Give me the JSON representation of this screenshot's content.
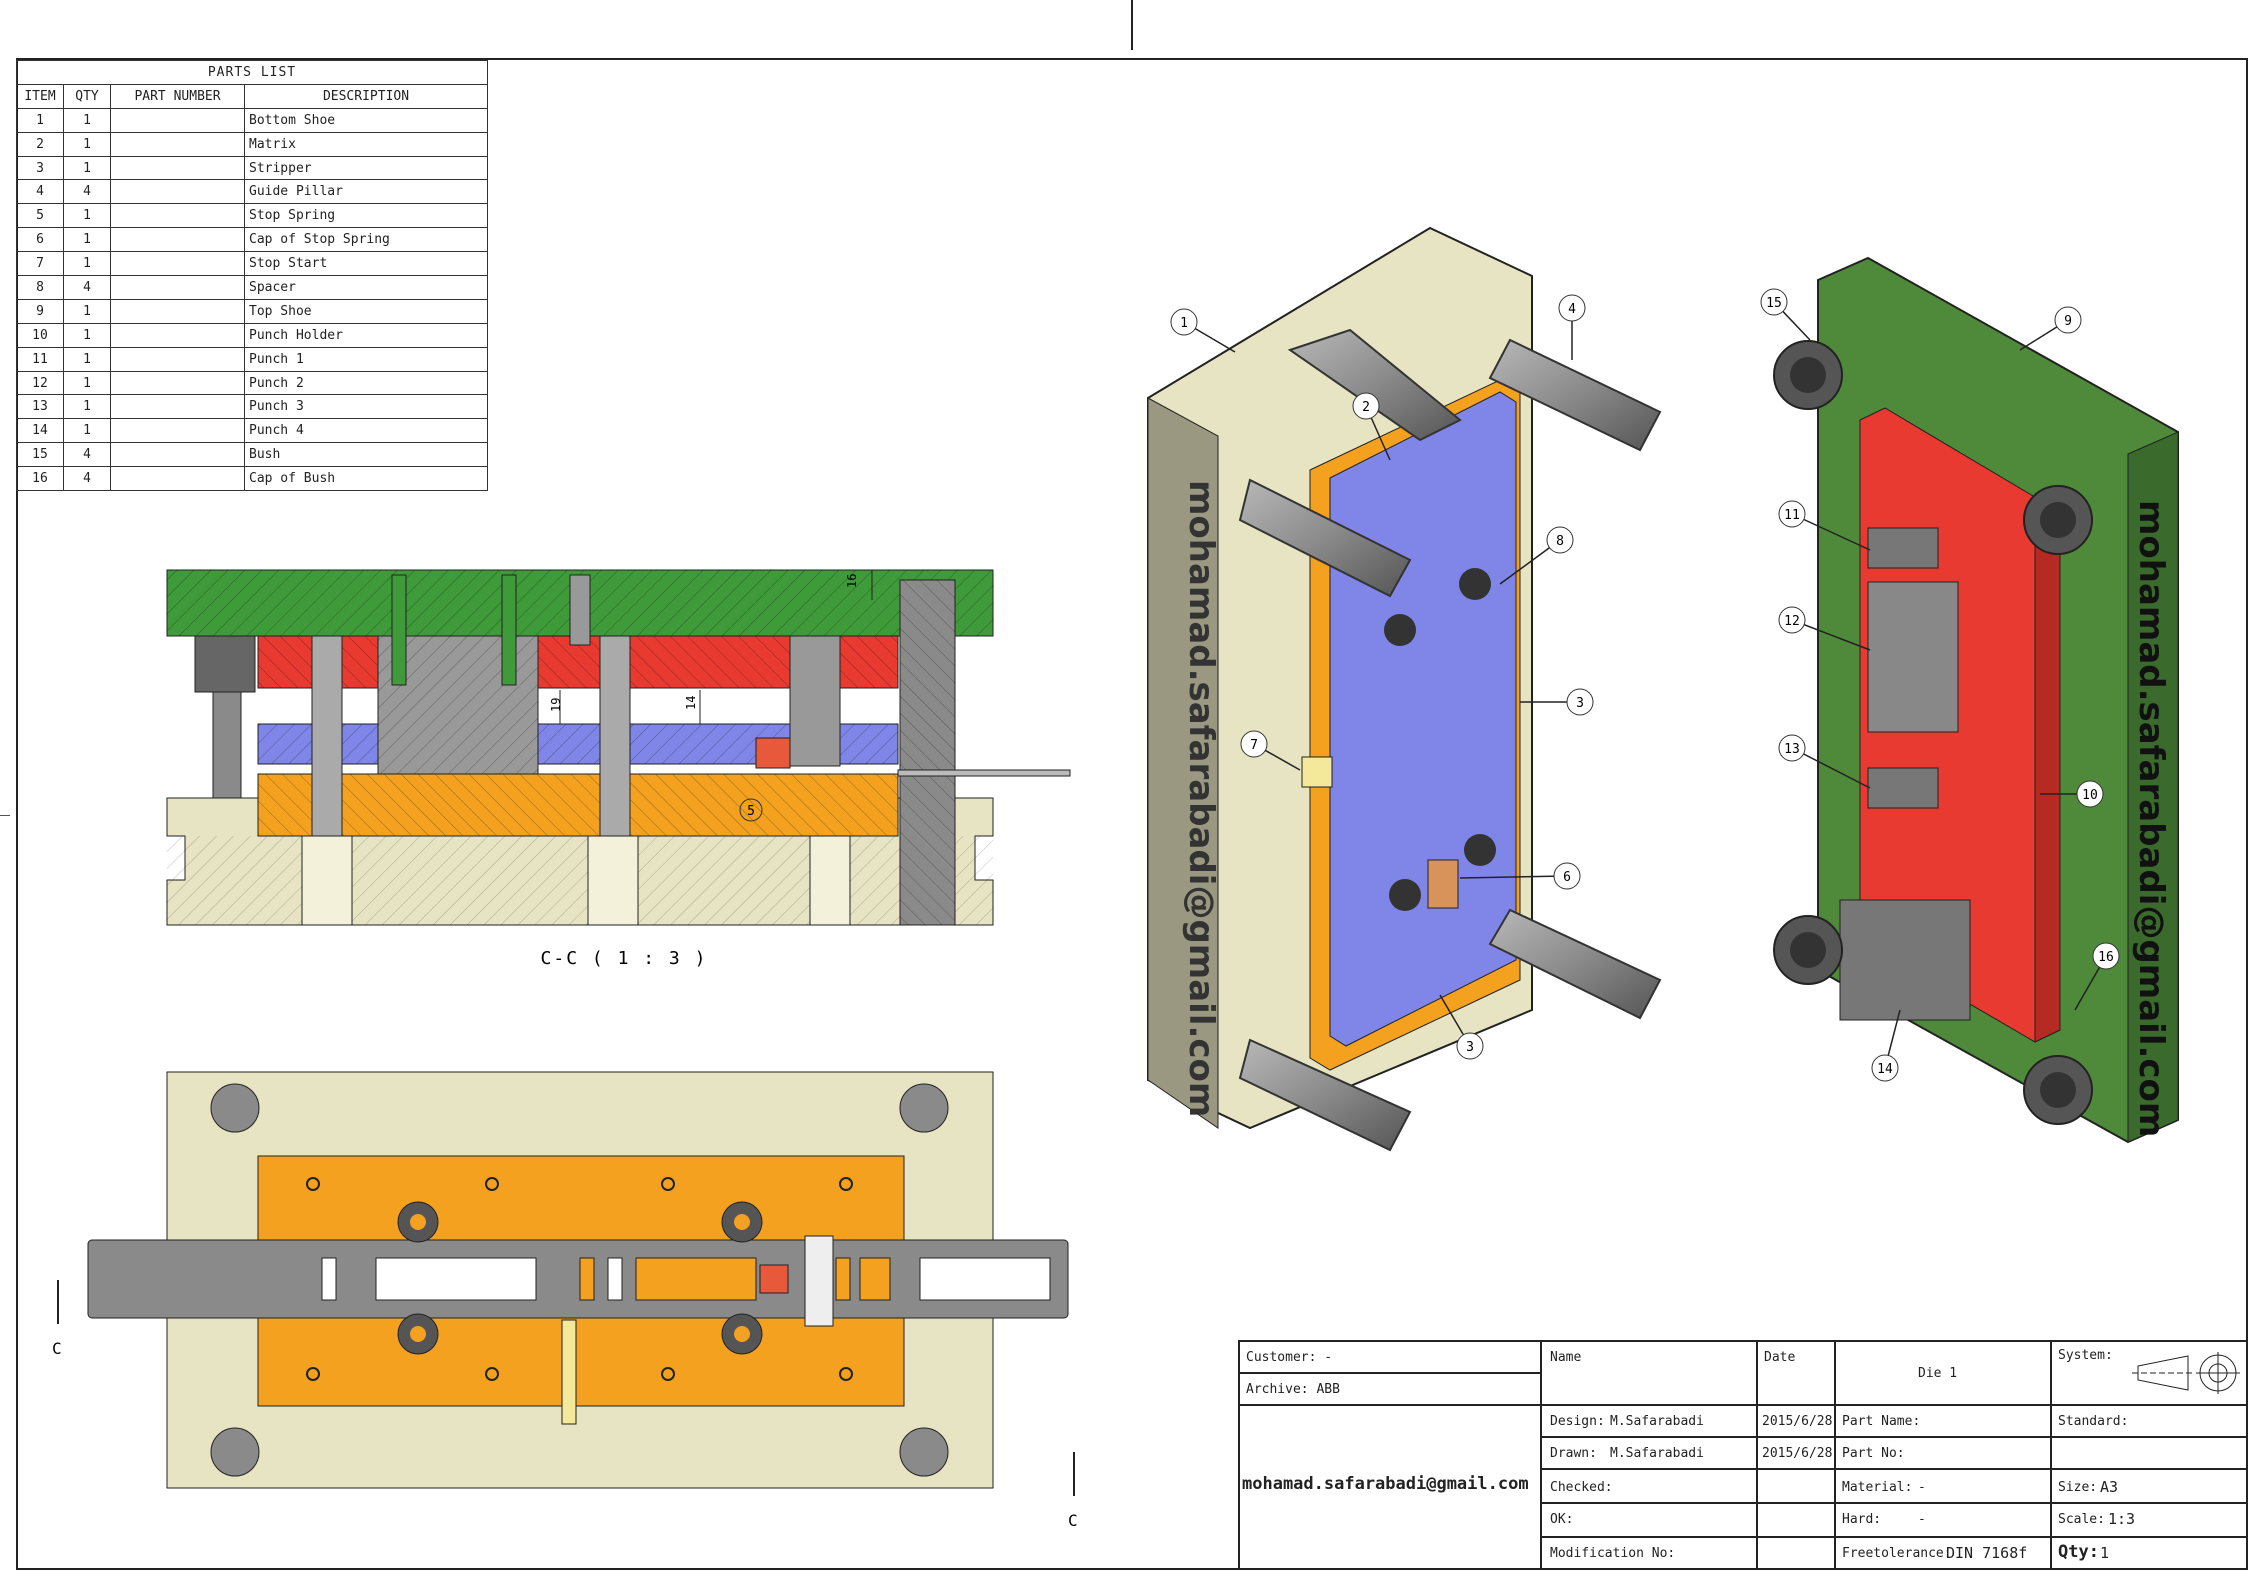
{
  "parts_list": {
    "title": "PARTS LIST",
    "headers": [
      "ITEM",
      "QTY",
      "PART NUMBER",
      "DESCRIPTION"
    ],
    "rows": [
      {
        "item": "1",
        "qty": "1",
        "part": "",
        "desc": "Bottom Shoe"
      },
      {
        "item": "2",
        "qty": "1",
        "part": "",
        "desc": "Matrix"
      },
      {
        "item": "3",
        "qty": "1",
        "part": "",
        "desc": "Stripper"
      },
      {
        "item": "4",
        "qty": "4",
        "part": "",
        "desc": "Guide Pillar"
      },
      {
        "item": "5",
        "qty": "1",
        "part": "",
        "desc": "Stop Spring"
      },
      {
        "item": "6",
        "qty": "1",
        "part": "",
        "desc": "Cap of Stop Spring"
      },
      {
        "item": "7",
        "qty": "1",
        "part": "",
        "desc": "Stop Start"
      },
      {
        "item": "8",
        "qty": "4",
        "part": "",
        "desc": "Spacer"
      },
      {
        "item": "9",
        "qty": "1",
        "part": "",
        "desc": "Top Shoe"
      },
      {
        "item": "10",
        "qty": "1",
        "part": "",
        "desc": "Punch Holder"
      },
      {
        "item": "11",
        "qty": "1",
        "part": "",
        "desc": "Punch 1"
      },
      {
        "item": "12",
        "qty": "1",
        "part": "",
        "desc": "Punch 2"
      },
      {
        "item": "13",
        "qty": "1",
        "part": "",
        "desc": "Punch 3"
      },
      {
        "item": "14",
        "qty": "1",
        "part": "",
        "desc": "Punch 4"
      },
      {
        "item": "15",
        "qty": "4",
        "part": "",
        "desc": "Bush"
      },
      {
        "item": "16",
        "qty": "4",
        "part": "",
        "desc": "Cap of Bush"
      }
    ]
  },
  "section": {
    "label": "C-C ( 1 : 3 )",
    "dims": [
      "16",
      "19",
      "14"
    ],
    "balloon": "5"
  },
  "plan_view": {
    "marker_left": "C",
    "marker_right": "C"
  },
  "iso_left": {
    "watermark": "mohamad.safarabadi@gmail.com",
    "balloons": [
      "1",
      "2",
      "4",
      "8",
      "3",
      "7",
      "6",
      "3"
    ]
  },
  "iso_right": {
    "watermark": "mohamad.safarabadi@gmail.com",
    "balloons": [
      "15",
      "9",
      "11",
      "12",
      "13",
      "10",
      "16",
      "14"
    ]
  },
  "title_block": {
    "customer": "Customer: -",
    "archive": "Archive: ABB",
    "email": "mohamad.safarabadi@gmail.com",
    "name_hdr": "Name",
    "date_hdr": "Date",
    "die": "Die 1",
    "system": "System:",
    "design_lbl": "Design:",
    "design_name": "M.Safarabadi",
    "design_date": "2015/6/28",
    "drawn_lbl": "Drawn:",
    "drawn_name": "M.Safarabadi",
    "drawn_date": "2015/6/28",
    "checked": "Checked:",
    "ok": "OK:",
    "modification": "Modification No:",
    "part_name": "Part Name:",
    "part_no": "Part No:",
    "material_lbl": "Material:",
    "material_val": "-",
    "hard_lbl": "Hard:",
    "hard_val": "-",
    "freetol_lbl": "Freetolerance:",
    "freetol_val": "DIN 7168f",
    "standard": "Standard:",
    "size_lbl": "Size:",
    "size_val": "A3",
    "scale_lbl": "Scale:",
    "scale_val": "1:3",
    "qty_lbl": "Qty:",
    "qty_val": "1"
  },
  "colors": {
    "top_shoe": "#3f9a3a",
    "punch_holder": "#e83a30",
    "stripper": "#7f86e8",
    "matrix": "#f3a11e",
    "bottom_shoe": "#e6e4c2",
    "pillar": "#8a8a8a",
    "iso_green": "#4f8a3a"
  }
}
